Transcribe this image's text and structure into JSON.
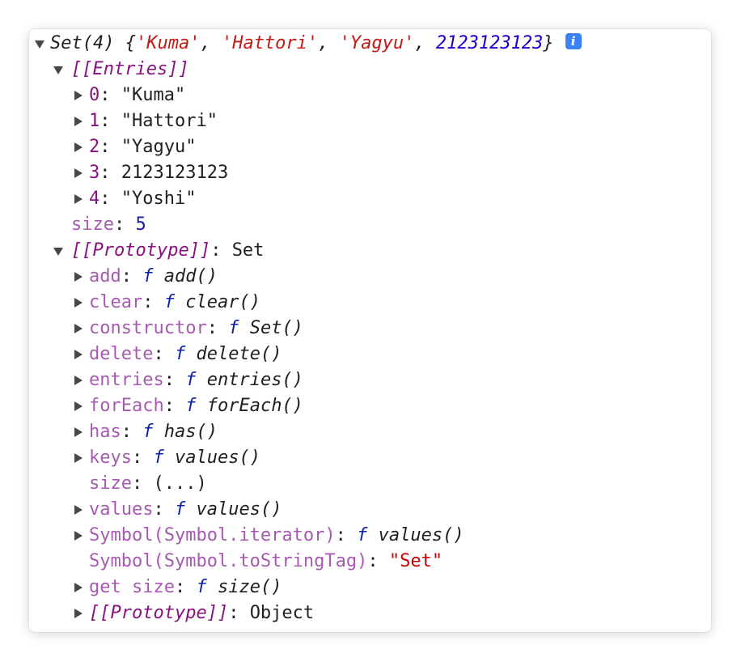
{
  "header": {
    "prefix": "Set(4) {",
    "items": [
      "'Kuma'",
      "'Hattori'",
      "'Yagyu'"
    ],
    "number": "2123123123",
    "suffix": "}",
    "info_icon": "i"
  },
  "entries": {
    "label": "[[Entries]]",
    "items": [
      {
        "index": "0",
        "value": "\"Kuma\""
      },
      {
        "index": "1",
        "value": "\"Hattori\""
      },
      {
        "index": "2",
        "value": "\"Yagyu\""
      },
      {
        "index": "3",
        "value": "2123123123"
      },
      {
        "index": "4",
        "value": "\"Yoshi\""
      }
    ]
  },
  "size": {
    "key": "size",
    "value": "5"
  },
  "prototype": {
    "label": "[[Prototype]]",
    "type": "Set",
    "methods": [
      {
        "key": "add",
        "fn": "add()"
      },
      {
        "key": "clear",
        "fn": "clear()"
      },
      {
        "key": "constructor",
        "fn": "Set()"
      },
      {
        "key": "delete",
        "fn": "delete()"
      },
      {
        "key": "entries",
        "fn": "entries()"
      },
      {
        "key": "forEach",
        "fn": "forEach()"
      },
      {
        "key": "has",
        "fn": "has()"
      },
      {
        "key": "keys",
        "fn": "values()"
      }
    ],
    "size_getter": {
      "key": "size",
      "value": "(...)"
    },
    "values": {
      "key": "values",
      "fn": "values()"
    },
    "iterator": {
      "key": "Symbol(Symbol.iterator)",
      "fn": "values()"
    },
    "tostringtag": {
      "key": "Symbol(Symbol.toStringTag)",
      "value": "\"Set\""
    },
    "get_size": {
      "key": "get size",
      "fn": "size()"
    },
    "inner_proto": {
      "label": "[[Prototype]]",
      "type": "Object"
    }
  },
  "f_glyph": "f",
  "colon": ": "
}
